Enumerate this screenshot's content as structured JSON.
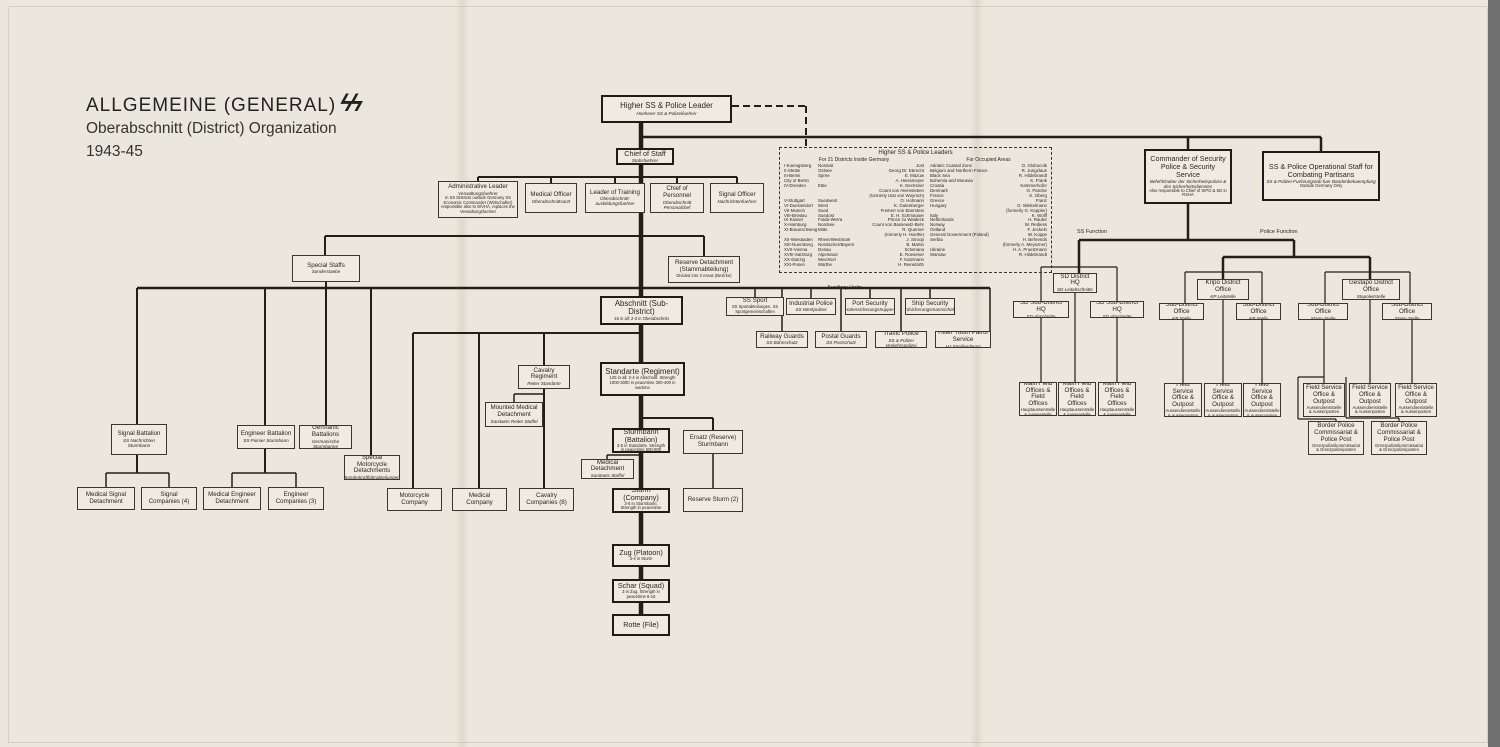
{
  "title": {
    "line1": "ALLGEMEINE (GENERAL)",
    "logo": "SS",
    "line2": "Oberabschnitt (District) Organization",
    "line3": "1943-45"
  },
  "labels": {
    "aux": "Auxiliary Units",
    "ss_function": "SS Function",
    "police_function": "Police Function"
  },
  "nodes": [
    {
      "id": "hssl",
      "title": "Higher SS & Police Leader",
      "sub": "Hoeherer SS & Polizeifuehrer"
    },
    {
      "id": "chief",
      "title": "Chief of Staff",
      "sub": "Stabsfuehrer"
    },
    {
      "id": "admin",
      "title": "Administrative Leader",
      "sub": "Verwaltungsfuehrer",
      "note": "In SS Districts outside Germany SS Economic Commander (Wirtschafter) responsible also to WVHA, replaces the Verwaltungsfuehrer"
    },
    {
      "id": "medoff",
      "title": "Medical Officer",
      "sub": "Oberabschnittsarzt"
    },
    {
      "id": "training",
      "title": "Leader of Training",
      "sub": "Oberabschnitt-ausbildungsfuehrer"
    },
    {
      "id": "personnel",
      "title": "Chief of Personnel",
      "sub": "Oberabschnitt Personalchef"
    },
    {
      "id": "sigoff",
      "title": "Signal Officer",
      "sub": "Nachrichtenfuehrer"
    },
    {
      "id": "csp",
      "title": "Commander of Security Police & Security Service",
      "sub": "Befehlshaber der Sicherheitspolizei & des Sicherheitsdienstes",
      "note": "Also responsible to Chief of SIPO & SD in RSHA"
    },
    {
      "id": "ops",
      "title": "SS & Police Operational Staff for Combating Partisans",
      "sub": "SS & Polizei-Fuehrungstab fuer Bandenbekaempfung",
      "note": "Outside Germany Only"
    },
    {
      "id": "special",
      "title": "Special Staffs",
      "sub": "Sonderstaebe"
    },
    {
      "id": "reserve",
      "title": "Reserve Detachment (Stammabteilung)",
      "note": "Divided into 3 Areas (Bezirke)"
    },
    {
      "id": "abschnitt",
      "title": "Abschnitt (Sub-District)",
      "note": "45 in all; 2-3 in Oberabschnitt"
    },
    {
      "id": "cavreg",
      "title": "Cavalry Regiment",
      "sub": "Reiter Standarte"
    },
    {
      "id": "standarte",
      "title": "Standarte (Regiment)",
      "note": "125 in all; 2-4 in Abschnitt. Strength 1000-3000 in peacetime 300-400 in wartime"
    },
    {
      "id": "mountmed",
      "title": "Mounted Medical Detachment",
      "sub": "Sanitaets Reiter Staffel"
    },
    {
      "id": "sigbn",
      "title": "Signal Battalion",
      "sub": "SS Nachrichten Sturmbann"
    },
    {
      "id": "engbn",
      "title": "Engineer Battalion",
      "sub": "SS Pionier Sturmbann"
    },
    {
      "id": "germanic",
      "title": "Germanic Battalions",
      "sub": "Germanische Sturmbanne"
    },
    {
      "id": "specmoto",
      "title": "Special Motorcycle Detachments",
      "sub": "Sonderkraftfahrabteilungen"
    },
    {
      "id": "medsig",
      "title": "Medical Signal Detachment"
    },
    {
      "id": "sigcos",
      "title": "Signal Companies (4)"
    },
    {
      "id": "medeng",
      "title": "Medical Engineer Detachment"
    },
    {
      "id": "engcos",
      "title": "Engineer Companies (3)"
    },
    {
      "id": "motoco",
      "title": "Motorcycle Company"
    },
    {
      "id": "medco",
      "title": "Medical Company"
    },
    {
      "id": "cavcos",
      "title": "Cavalry Companies (8)"
    },
    {
      "id": "sturmbann",
      "title": "Sturmbann (Battalion)",
      "note": "3-5 in Standarte. Strength in peacetime 500-800"
    },
    {
      "id": "ersatz",
      "title": "Ersatz (Reserve) Sturmbann"
    },
    {
      "id": "meddet",
      "title": "Medical Detachment",
      "sub": "Sanitaets Staffel"
    },
    {
      "id": "sturm",
      "title": "Sturm (Company)",
      "note": "3-5 in Sturmbann. Strength in peacetime 120-180"
    },
    {
      "id": "resturm",
      "title": "Reserve Sturm (2)"
    },
    {
      "id": "zug",
      "title": "Zug (Platoon)",
      "note": "3-4 in Sturm"
    },
    {
      "id": "schar",
      "title": "Schar (Squad)",
      "note": "3 in Zug. Strength in peacetime 8-15"
    },
    {
      "id": "rotte",
      "title": "Rotte (File)"
    },
    {
      "id": "sport",
      "title": "SS Sport",
      "note": "SS Sportabteilungen, SS Sportgemeinschaften"
    },
    {
      "id": "indpol",
      "title": "Industrial Police",
      "sub": "SS Werkpolizei"
    },
    {
      "id": "port",
      "title": "Port Security",
      "sub": "Hafensicherungstruppen"
    },
    {
      "id": "ship",
      "title": "Ship Security",
      "sub": "Bordsicherungsmannschaften"
    },
    {
      "id": "rail",
      "title": "Railway Guards",
      "sub": "SS Bahnschutz"
    },
    {
      "id": "postal",
      "title": "Postal Guards",
      "sub": "SS Postschutz"
    },
    {
      "id": "traffic",
      "title": "Traffic Police",
      "sub": "SS & Polizei Verkehrspolizei"
    },
    {
      "id": "hj",
      "title": "Hitler Youth Patrol Service",
      "sub": "HJ Streifendienst"
    },
    {
      "id": "sdhq",
      "title": "SD District HQ",
      "sub": "SD Leitabschnitte"
    },
    {
      "id": "sdsub1",
      "title": "SD Sub-District HQ",
      "sub": "SD Abschnitte"
    },
    {
      "id": "sdsub2",
      "title": "SD Sub-District HQ",
      "sub": "SD Abschnitte"
    },
    {
      "id": "mfo1",
      "title": "Main Field Offices & Field Offices",
      "note": "Hauptaussenstelle & Aussenstelle"
    },
    {
      "id": "mfo2",
      "title": "Main Field Offices & Field Offices",
      "note": "Hauptaussenstelle & Aussenstelle"
    },
    {
      "id": "mfo3",
      "title": "Main Field Offices & Field Offices",
      "note": "Hauptaussenstelle & Aussenstelle"
    },
    {
      "id": "kripo",
      "title": "Kripo District Office",
      "sub": "KP Leitstelle"
    },
    {
      "id": "kpsub1",
      "title": "Sub-District Office",
      "sub": "KP Stelle"
    },
    {
      "id": "kpsub2",
      "title": "Sub-District Office",
      "sub": "KP Stelle"
    },
    {
      "id": "kfs1",
      "title": "Field Service Office & Outpost",
      "note": "Aussendienststelle & Aussenposten"
    },
    {
      "id": "kfs2",
      "title": "Field Service Office & Outpost",
      "note": "Aussendienststelle & Aussenposten"
    },
    {
      "id": "kfs3",
      "title": "Field Service Office & Outpost",
      "note": "Aussendienststelle & Aussenposten"
    },
    {
      "id": "gestapo",
      "title": "Gestapo District Office",
      "sub": "Stapoleitstelle"
    },
    {
      "id": "gsub1",
      "title": "Sub-District Office",
      "sub": "Stapo Stelle"
    },
    {
      "id": "gsub2",
      "title": "Sub-District Office",
      "sub": "Stapo Stelle"
    },
    {
      "id": "gfs1",
      "title": "Field Service Office & Outpost",
      "note": "Aussendienststelle & Aussenposten"
    },
    {
      "id": "gfs2",
      "title": "Field Service Office & Outpost",
      "note": "Aussendienststelle & Aussenposten"
    },
    {
      "id": "gfs3",
      "title": "Field Service Office & Outpost",
      "note": "Aussendienststelle & Aussenposten"
    },
    {
      "id": "border1",
      "title": "Border Police Commissariat & Police Post",
      "note": "Grenzpolizeikommissariat & Grenzpolizeiposten"
    },
    {
      "id": "border2",
      "title": "Border Police Commissariat & Police Post",
      "note": "Grenzpolizeikommissariat & Grenzpolizeiposten"
    }
  ],
  "hssl_list": {
    "heading": "Higher SS & Police Leaders",
    "germany_heading": "For 21 Districts Inside Germany",
    "occupied_heading": "For Occupied Areas",
    "germany": [
      [
        "I-Koenigsberg",
        "Nordost",
        "Jost"
      ],
      [
        "II-Stettin",
        "Ostsee",
        "Georg Dr. Ebrecht"
      ],
      [
        "III-Berlin",
        "Spree",
        "E. Mazuw"
      ],
      [
        "City of Berlin",
        "",
        "A. Heissmeyer"
      ],
      [
        "IV-Dresden",
        "Elbe",
        "K. Dechsner"
      ],
      [
        "",
        "",
        "Count von Alvensleben"
      ],
      [
        "",
        "",
        "(formerly Udo von Woyrsch)"
      ],
      [
        "V-Stuttgart",
        "Suedwest",
        "O. Hofmann"
      ],
      [
        "VI-Duesseldorf",
        "West",
        "K. Gutenberger"
      ],
      [
        "VII-Munich",
        "Sued",
        "Freiherr von Eberstein"
      ],
      [
        "VIII-Breslau",
        "Suedost",
        "E. H. Schmauser"
      ],
      [
        "IX-Kassel",
        "Fulda-Werra",
        "Prince zu Waldeck"
      ],
      [
        "X-Hamburg",
        "Nordsee",
        "Count von Bassewitz-Behr"
      ],
      [
        "XI-Braunschweig",
        "Mitte",
        "R. Querner"
      ],
      [
        "",
        "",
        "(formerly H. Hoeffle)"
      ],
      [
        "XII-Wiesbaden",
        "Rhein/Westmark",
        "J. Stroop"
      ],
      [
        "XIII-Nuernberg",
        "Nordischer/Bayern",
        "B. Martin"
      ],
      [
        "XVII-Vienna",
        "Donau",
        "Schimana"
      ],
      [
        "XVIII-Salzburg",
        "Alpenland",
        "E. Roesener"
      ],
      [
        "XX-Danzig",
        "Weichsel",
        "F. Katzmann"
      ],
      [
        "XXI-Posen",
        "Warthe",
        "H. Reinefarth"
      ]
    ],
    "occupied": [
      [
        "Adriatic Coastal Zone",
        "O. Globocnik"
      ],
      [
        "Belgium and Northern France",
        "R. Jungclaus"
      ],
      [
        "Black Sea",
        "R. Hildebrandt"
      ],
      [
        "Bohemia and Moravia",
        "K. Frank"
      ],
      [
        "Croatia",
        "Kammerhofer"
      ],
      [
        "Denmark",
        "G. Pancke"
      ],
      [
        "France",
        "K. Oberg"
      ],
      [
        "Greece",
        "Franz"
      ],
      [
        "Hungary",
        "O. Winkelmann"
      ],
      [
        "",
        "(formerly G. Keppler)"
      ],
      [
        "Italy",
        "K. Wolff"
      ],
      [
        "Netherlands",
        "H. Rauter"
      ],
      [
        "Norway",
        "W. Rediess"
      ],
      [
        "Ostland",
        "F. Jeckeln"
      ],
      [
        "General Government (Poland)",
        "W. Koppe"
      ],
      [
        "Serbia",
        "H. Behrends"
      ],
      [
        "",
        "(formerly A. Meyszner)"
      ],
      [
        "Ukraine",
        "H. A. Pruetzmann"
      ],
      [
        "Warsaw",
        "R. Hildebrandt"
      ]
    ]
  }
}
